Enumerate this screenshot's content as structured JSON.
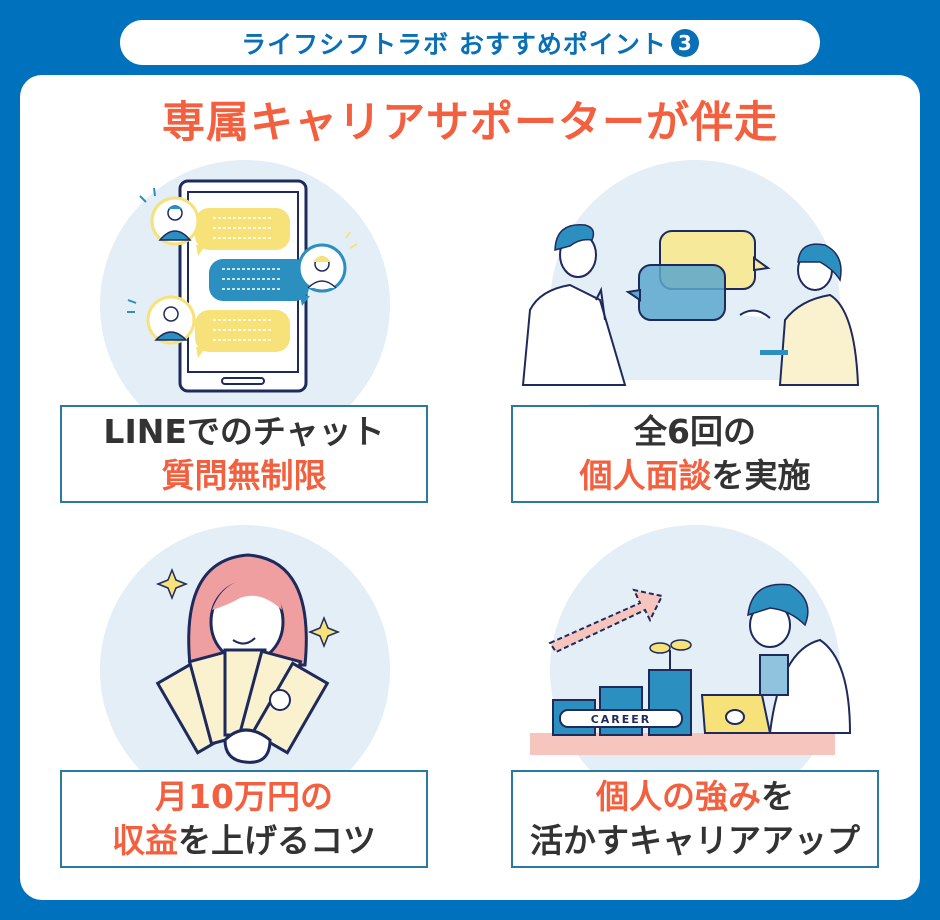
{
  "header": {
    "pill_label": "ライフシフトラボ おすすめポイント",
    "pill_number": "3",
    "headline": "専属キャリアサポーターが伴走"
  },
  "colors": {
    "background": "#0071bc",
    "panel": "#ffffff",
    "headline": "#f2603f",
    "pill_text": "#0a6fb5",
    "caption_border": "#2a7aa0",
    "caption_dark": "#333333",
    "caption_highlight": "#f2603f",
    "circle_bg": "#e3eef7"
  },
  "features": [
    {
      "illustration": "smartphone-chat-illustration",
      "line1_dark": "LINEでのチャット",
      "line2_highlight": "質問無制限"
    },
    {
      "illustration": "consultation-illustration",
      "line1_dark": "全6回の",
      "line2_highlight": "個人面談",
      "line2_dark": "を実施"
    },
    {
      "illustration": "money-fan-illustration",
      "line1_highlight": "月10万円の",
      "line2_highlight": "収益",
      "line2_dark": "を上げるコツ"
    },
    {
      "illustration": "career-growth-illustration",
      "line1_highlight": "個人の強み",
      "line1_dark": "を",
      "line2_dark": "活かすキャリアアップ",
      "badge_text": "CAREER"
    }
  ]
}
